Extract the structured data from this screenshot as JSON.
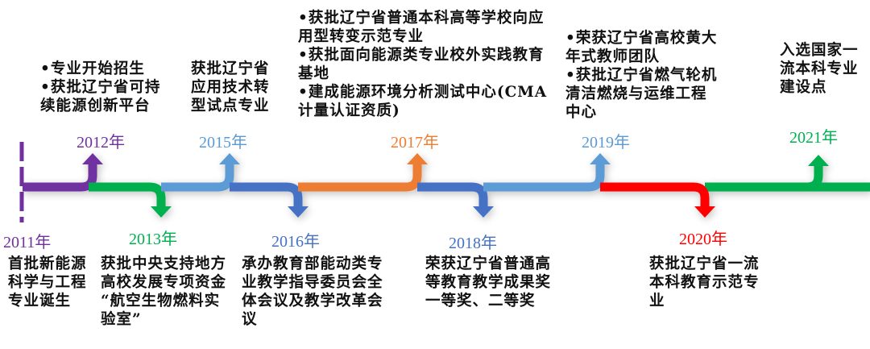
{
  "colors": {
    "purple": "#7030A0",
    "green": "#00B050",
    "lightblue": "#5B9BD5",
    "blue": "#4472C4",
    "orange": "#ED7D31",
    "red": "#FF0000"
  },
  "events": [
    {
      "year": "2011年",
      "color": "#7030A0",
      "lines": [
        "首批新能源",
        "科学与工程",
        "专业诞生"
      ]
    },
    {
      "year": "2012年",
      "color": "#7030A0",
      "lines": [
        "•专业开始招生",
        "•获批辽宁省可持",
        "续能源创新平台"
      ]
    },
    {
      "year": "2013年",
      "color": "#00B050",
      "lines": [
        "获批中央支持地方",
        "高校发展专项资金",
        "“航空生物燃料实",
        "验室”"
      ]
    },
    {
      "year": "2015年",
      "color": "#5B9BD5",
      "lines": [
        "获批辽宁省",
        "应用技术转",
        "型试点专业"
      ]
    },
    {
      "year": "2016年",
      "color": "#4472C4",
      "lines": [
        "承办教育部能动类专",
        "业教学指导委员会全",
        "体会议及教学改革会",
        "议"
      ]
    },
    {
      "year": "2017年",
      "color": "#ED7D31",
      "lines": [
        "•获批辽宁省普通本科高等学校向应",
        "用型转变示范专业",
        "•获批面向能源类专业校外实践教育",
        "基地",
        "•建成能源环境分析测试中心(CMA",
        "计量认证资质)"
      ]
    },
    {
      "year": "2018年",
      "color": "#4472C4",
      "lines": [
        "荣获辽宁省普通高",
        "等教育教学成果奖",
        "一等奖、二等奖"
      ]
    },
    {
      "year": "2019年",
      "color": "#5B9BD5",
      "lines": [
        "•荣获辽宁省高校黄大",
        "年式教师团队",
        "•获批辽宁省燃气轮机",
        "清洁燃烧与运维工程",
        "中心"
      ]
    },
    {
      "year": "2020年",
      "color": "#FF0000",
      "lines": [
        "获批辽宁省一流",
        "本科教育示范专",
        "业"
      ]
    },
    {
      "year": "2021年",
      "color": "#00B050",
      "lines": [
        "入选国家一",
        "流本科专业",
        "建设点"
      ]
    }
  ]
}
